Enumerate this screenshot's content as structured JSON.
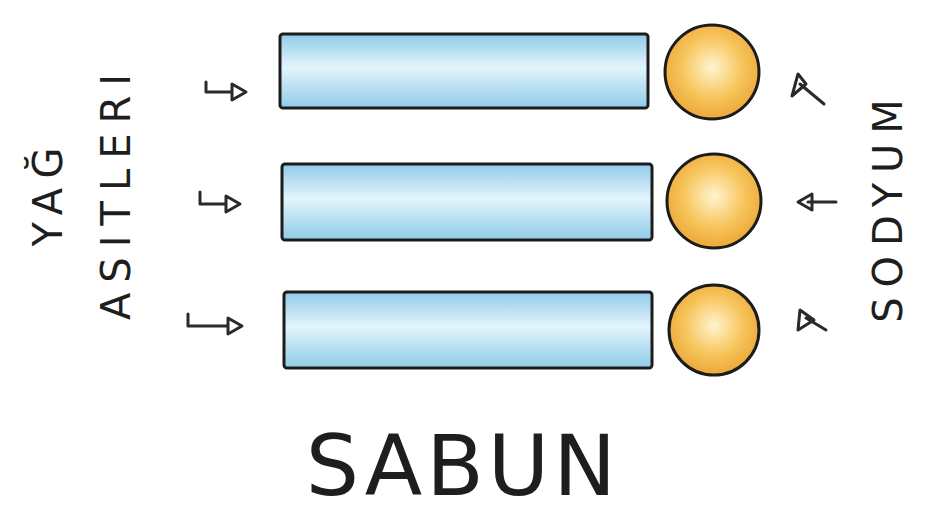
{
  "diagram": {
    "title": "SABUN",
    "labels": [
      "YAĞ ASITLERI",
      "SODYUM"
    ]
  }
}
